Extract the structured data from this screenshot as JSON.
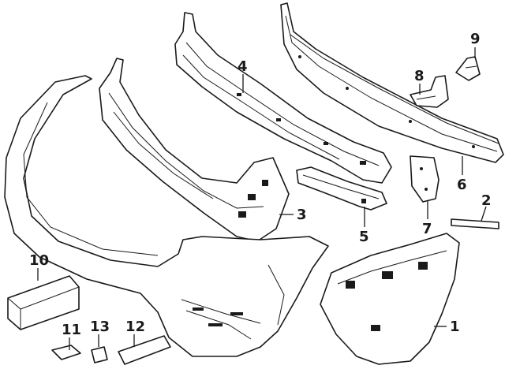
{
  "diagram": {
    "callouts": [
      {
        "id": "1",
        "label": "1"
      },
      {
        "id": "2",
        "label": "2"
      },
      {
        "id": "3",
        "label": "3"
      },
      {
        "id": "4",
        "label": "4"
      },
      {
        "id": "5",
        "label": "5"
      },
      {
        "id": "6",
        "label": "6"
      },
      {
        "id": "7",
        "label": "7"
      },
      {
        "id": "8",
        "label": "8"
      },
      {
        "id": "9",
        "label": "9"
      },
      {
        "id": "10",
        "label": "10"
      },
      {
        "id": "11",
        "label": "11"
      },
      {
        "id": "12",
        "label": "12"
      },
      {
        "id": "13",
        "label": "13"
      }
    ],
    "colors": {
      "line": "#1a1a1a",
      "background": "#ffffff"
    }
  }
}
